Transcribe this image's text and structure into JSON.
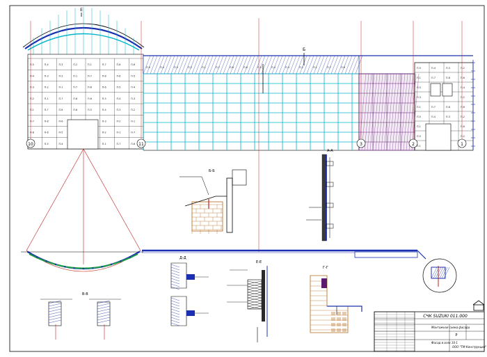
{
  "sheet": {
    "title_block": {
      "project_code": "СЧК SUZUKI 011.000",
      "drawing_title": "Монтажная схема фасада",
      "sheet_subtitle": "Фасад в осях 10-1",
      "stage": "Р",
      "company": "ООО \"ТМ-Конструкция\""
    },
    "axis_labels": [
      "10",
      "11",
      "3",
      "2",
      "1"
    ],
    "cut_labels": {
      "top_center": "Б",
      "top_left": "Е",
      "detail_b": "Б-Б",
      "detail_a": "А-А",
      "detail_v": "В-В",
      "detail_d": "Д-Д",
      "detail_e": "Е-Е",
      "detail_g": "Г-Г"
    },
    "panel_codes": [
      "П-5",
      "П-4",
      "П-3",
      "П-2",
      "П-1",
      "П-7",
      "П-8",
      "П-6"
    ]
  }
}
